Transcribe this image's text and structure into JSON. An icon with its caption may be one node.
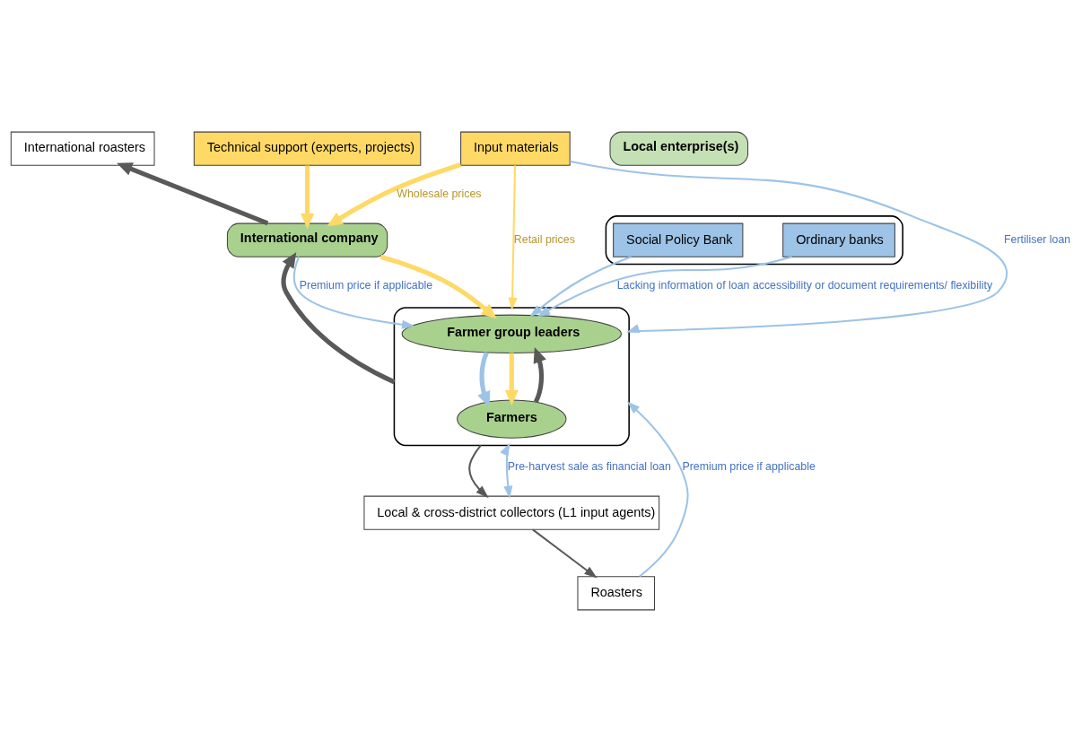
{
  "diagram": {
    "nodes": [
      {
        "text": [
          "International roasters"
        ]
      },
      {
        "text": [
          "International company"
        ]
      },
      {
        "text": [
          "Technical support (experts, projects)"
        ]
      },
      {
        "text": [
          "Local enterprise(s)"
        ]
      },
      {
        "text": [
          "Input materials"
        ]
      },
      {
        "text": [],
        "shape": "box"
      },
      {
        "text": [
          "Ordinary banks"
        ],
        "in": 5
      },
      {
        "text": [
          "Social Policy Bank"
        ],
        "in": 5
      },
      {
        "text": [],
        "shape": "box"
      },
      {
        "text": [
          "Farmer group leaders"
        ],
        "in": 8
      },
      {
        "text": [
          "Farmers"
        ],
        "in": 8
      },
      {
        "text": [
          "Local & cross-district collectors (L1 input agents)"
        ]
      },
      {
        "text": [
          "Roasters"
        ]
      }
    ],
    "edges": [
      {
        "from": 1,
        "to": 0,
        "arrow": "to",
        "style": "thick",
        "color": "#595959"
      },
      {
        "from": 2,
        "to": 1,
        "arrow": "to",
        "style": "thick",
        "color": "#ffd966"
      },
      {
        "from": 4,
        "to": 1,
        "arrow": "to",
        "style": "thick",
        "color": "#ffd966",
        "label": "Wholesale prices"
      },
      {
        "from": 1,
        "to": 9,
        "arrow": "to",
        "style": "thick",
        "color": "#ffd966"
      },
      {
        "from": 8,
        "to": 1,
        "arrow": "to",
        "style": "thick",
        "color": "#595959"
      },
      {
        "from": 1,
        "to": 9,
        "arrow": "to",
        "label": "Premium price if applicable"
      },
      {
        "from": 6,
        "to": 9,
        "arrow": "to",
        "label": "Lacking information of loan accessibility or document requirements/ flexibility"
      },
      {
        "from": 7,
        "to": 9,
        "arrow": "to"
      },
      {
        "from": 4,
        "to": 8,
        "arrow": "to",
        "color": "#ffd966",
        "label": "Retail prices"
      },
      {
        "from": 4,
        "to": 8,
        "arrow": "to",
        "label": "Fertiliser loan"
      },
      {
        "from": 9,
        "to": 10,
        "arrow": "to",
        "style": "thick"
      },
      {
        "from": 9,
        "to": 10,
        "arrow": "to",
        "style": "thick",
        "color": "#ffd966"
      },
      {
        "from": 10,
        "to": 9,
        "arrow": "to",
        "style": "thick",
        "color": "#595959"
      },
      {
        "from": 12,
        "to": 8,
        "arrow": "to",
        "label": "Premium price if applicable"
      },
      {
        "from": 8,
        "to": 11,
        "arrow": "to",
        "color": "#595959"
      },
      {
        "from": 11,
        "to": 12,
        "arrow": "to",
        "color": "#595959"
      },
      {
        "from": 8,
        "to": 11,
        "arrow": "both",
        "label": "Pre-harvest sale as financial loan"
      }
    ]
  }
}
